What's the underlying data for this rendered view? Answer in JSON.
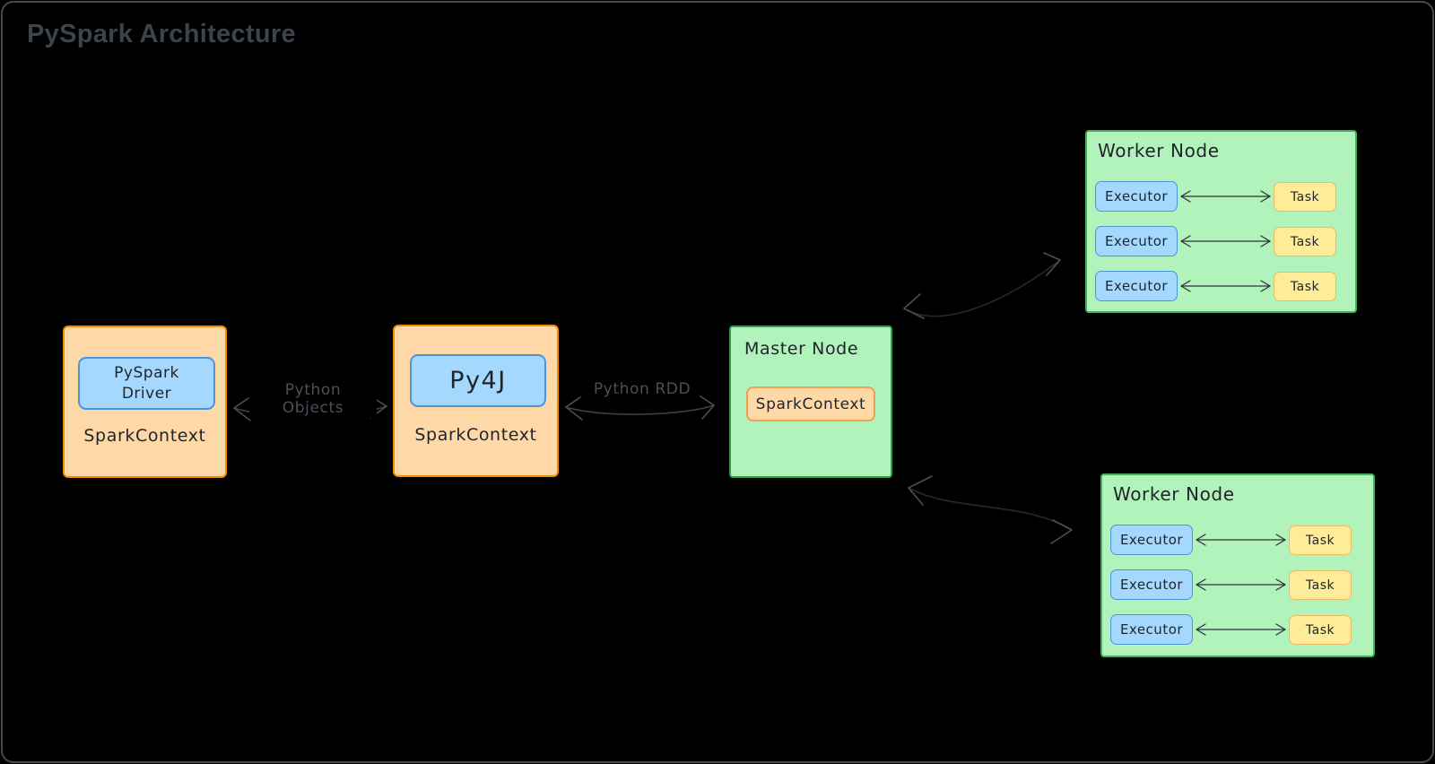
{
  "title": "PySpark Architecture",
  "boxes": {
    "driver": {
      "label": "PySpark\nDriver",
      "context": "SparkContext"
    },
    "py4j": {
      "label": "Py4J",
      "context": "SparkContext"
    },
    "master": {
      "title": "Master Node",
      "context_label": "SparkContext"
    }
  },
  "edges": {
    "python_objects_label": "Python Objects",
    "python_rdd_label": "Python RDD"
  },
  "workers": [
    {
      "title": "Worker Node",
      "rows": [
        {
          "executor": "Executor",
          "task": "Task"
        },
        {
          "executor": "Executor",
          "task": "Task"
        },
        {
          "executor": "Executor",
          "task": "Task"
        }
      ]
    },
    {
      "title": "Worker Node",
      "rows": [
        {
          "executor": "Executor",
          "task": "Task"
        },
        {
          "executor": "Executor",
          "task": "Task"
        },
        {
          "executor": "Executor",
          "task": "Task"
        }
      ]
    }
  ],
  "colors": {
    "background": "#000000",
    "frame_border": "#46494d",
    "title_text": "#3d434b",
    "orange_fill": "#ffd8a8",
    "orange_border": "#f08c00",
    "inner_orange_border": "#f0a050",
    "blue_fill": "#a5d8ff",
    "blue_border": "#4a94d8",
    "green_fill": "#b2f2bb",
    "master_border": "#2f9e44",
    "worker_border": "#3fb457",
    "yellow_fill": "#ffec99",
    "yellow_border": "#edbb5f",
    "edge_gray": "#4a5056",
    "box_text": "#1f242a"
  }
}
